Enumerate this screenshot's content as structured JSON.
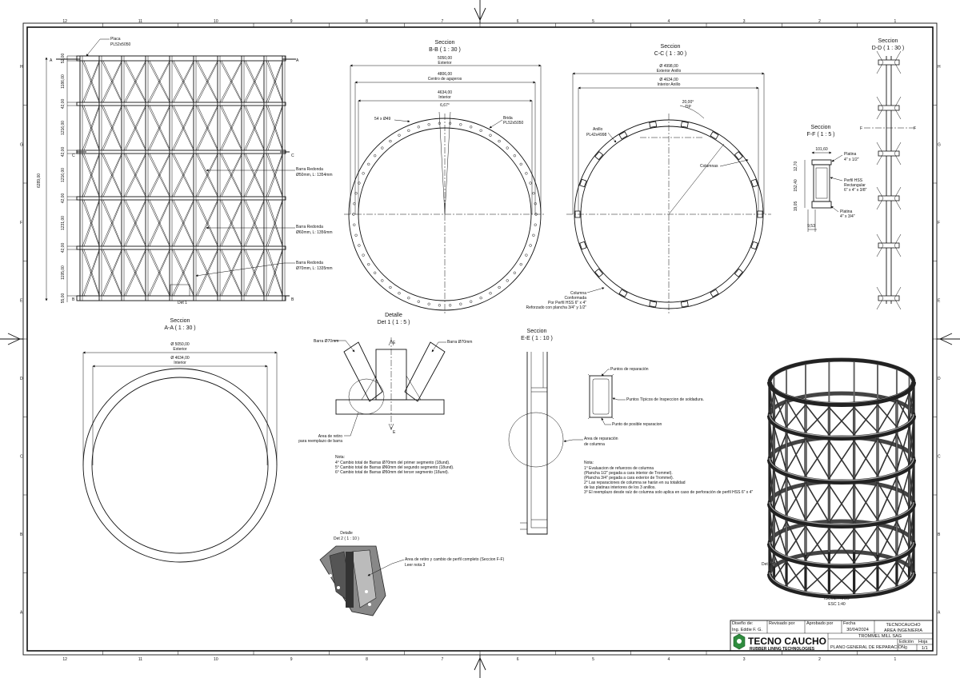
{
  "border": {
    "columns": [
      "12",
      "11",
      "10",
      "9",
      "8",
      "7",
      "6",
      "5",
      "4",
      "3",
      "2",
      "1"
    ],
    "rows": [
      "H",
      "G",
      "F",
      "E",
      "D",
      "C",
      "B",
      "A"
    ]
  },
  "front_view": {
    "label_placa": "Placa",
    "label_placa_spec": "PL52x5050",
    "overall_height": "6289,00",
    "segment_dims": [
      "52,00",
      "1186,00",
      "42,00",
      "1216,00",
      "42,00",
      "1216,00",
      "42,00",
      "1231,00",
      "42,00",
      "1195,00",
      "55,00"
    ],
    "bar1": "Barra Redonda",
    "bar1_spec": "Ø50mm, L: 1354mm",
    "bar2": "Barra Redonda",
    "bar2_spec": "Ø60mm, L: 1356mm",
    "bar3": "Barra Redonda",
    "bar3_spec": "Ø70mm, L: 1335mm",
    "det1_label": "Det 1",
    "cut_a": "A",
    "cut_b": "B",
    "cut_c": "C"
  },
  "section_bb": {
    "title1": "Seccion",
    "title2": "B-B ( 1 : 30 )",
    "dim1": "5050,00",
    "dim1_label": "Exterior",
    "dim2": "4806,00",
    "dim2_label": "Centro de agujeros",
    "dim3": "4634,00",
    "dim3_label": "Interior",
    "angle": "6,67°",
    "holes": "54 x Ø49",
    "brida": "Brida",
    "brida_spec": "PL52x5050"
  },
  "section_cc": {
    "title1": "Seccion",
    "title2": "C-C ( 1 : 30 )",
    "dim1": "Ø 4998,00",
    "dim1_label": "Exterior Anillo",
    "dim2": "Ø 4634,00",
    "dim2_label": "Interior Anillo",
    "angle1": "20,00°",
    "angle2": "TIP",
    "anillo": "Anillo",
    "anillo_spec": "PL42x4998",
    "columnas": "Columnas",
    "col_note1": "Columna",
    "col_note2": "Conformada",
    "col_note3": "Por Perfil HSS 6\" x 4\"",
    "col_note4": "Reforzado con plancha 3/4\" y 1/2\""
  },
  "section_dd": {
    "title1": "Seccion",
    "title2": "D-D ( 1 : 30 )",
    "cut_f": "F"
  },
  "section_ff": {
    "title1": "Seccion",
    "title2": "F-F ( 1 : 5 )",
    "width": "101,60",
    "h1": "12,70",
    "h2": "152,40",
    "h3": "19,05",
    "bottom": "9,53",
    "platina1": "Platina",
    "platina1_spec": "4\" x 1/2\"",
    "perfil": "Perfil HSS",
    "perfil_spec1": "Rectangular",
    "perfil_spec2": "6\" x 4\" x 3/8\"",
    "platina2": "Platina",
    "platina2_spec": "4\" x 3/4\""
  },
  "section_aa": {
    "title1": "Seccion",
    "title2": "A-A ( 1 : 30 )",
    "dim1": "Ø 5050,00",
    "dim1_label": "Exterior",
    "dim2": "Ø 4634,00",
    "dim2_label": "Interior"
  },
  "detail1": {
    "title1": "Detalle",
    "title2": "Det 1 ( 1 : 5 )",
    "bar_left": "Barra Ø70mm",
    "bar_right": "Barra Ø70mm",
    "cut_e": "E",
    "area1": "Area de retiro",
    "area2": "para reemplazo de barra",
    "note_title": "Nota:",
    "notes": [
      "4° Cambio total de Barras Ø70mm del primer segmento (18und).",
      "5° Cambio total de Barras Ø60mm del segundo segmento (18und).",
      "6° Cambio total de Barras Ø50mm del tercer segmento (18und)."
    ]
  },
  "section_ee": {
    "title1": "Seccion",
    "title2": "E-E ( 1 : 10 )",
    "rep_points": "Puntos de reparación",
    "inspect": "Puntos Típicos de Inspeccion de soldadura.",
    "possible": "Punto de posible reparacion",
    "area1": "Area de reparación",
    "area2": "de columna",
    "note_title": "Nota:",
    "notes": [
      "1° Evaluacion de refuerzos de columna",
      "   (Plancha 1/2\" pegada a cara interior de Trommel).",
      "   (Plancha 3/4\" pegada a cara exterior de Trommel).",
      "2° Las reparaciones de columna se harán en su totalidad",
      "   de las platinas interiores de los 3 anillos.",
      "3° El reemplazo desde raíz de columna solo aplica en caso de perforación de perfil HSS 6\" x 4\""
    ]
  },
  "detail2": {
    "title1": "Detalle",
    "title2": "Det 2 ( 1 : 10 )",
    "note1": "Area de retiro y cambio de perfil completo (Seccion F-F)",
    "note2": "Leer nota 3"
  },
  "isometric": {
    "det2": "Det 2",
    "title": "ISOMETRICO",
    "scale": "ESC 1:40"
  },
  "title_block": {
    "h_disenio": "Diseño de:",
    "v_disenio": "Ing. Eddie F. G.",
    "h_revisado": "Revisado por",
    "h_aprobado": "Aprobado por",
    "h_fecha": "Fecha",
    "v_fecha": "30/04/2024",
    "company": "TECNOCAUCHO",
    "area": "AREA INGENIERIA",
    "project": "TROMMEL MILL SAG",
    "drawing": "PLANO GENERAL DE REPARACION",
    "h_edicion": "Edición",
    "v_edicion": "0",
    "h_hoja": "Hoja",
    "v_hoja": "1/1",
    "logo_main": "TECNO CAUCHO",
    "logo_sub": "RUBBER LINING TECHNOLOGIES"
  }
}
